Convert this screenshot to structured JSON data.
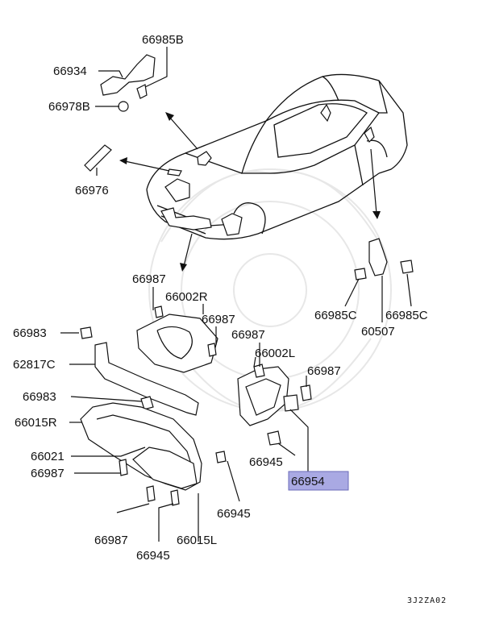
{
  "diagram": {
    "labels": {
      "p66985B_top": "66985B",
      "p66934": "66934",
      "p66978B": "66978B",
      "p66976": "66976",
      "p66987_a": "66987",
      "p66002R": "66002R",
      "p66987_b": "66987",
      "p66983_a": "66983",
      "p62817C": "62817C",
      "p66987_c": "66987",
      "p66002L": "66002L",
      "p66987_d": "66987",
      "p66983_b": "66983",
      "p66015R": "66015R",
      "p66021": "66021",
      "p66987_e": "66987",
      "p66945_a": "66945",
      "p66945_b": "66945",
      "p66987_f": "66987",
      "p66015L": "66015L",
      "p66945_c": "66945",
      "p66954": "66954",
      "p66985C_l": "66985C",
      "p66985C_r": "66985C",
      "p60507": "60507"
    },
    "highlighted_part": "66954",
    "highlight_color": "#a9a9e3",
    "footer_code": "3J2ZA02"
  }
}
